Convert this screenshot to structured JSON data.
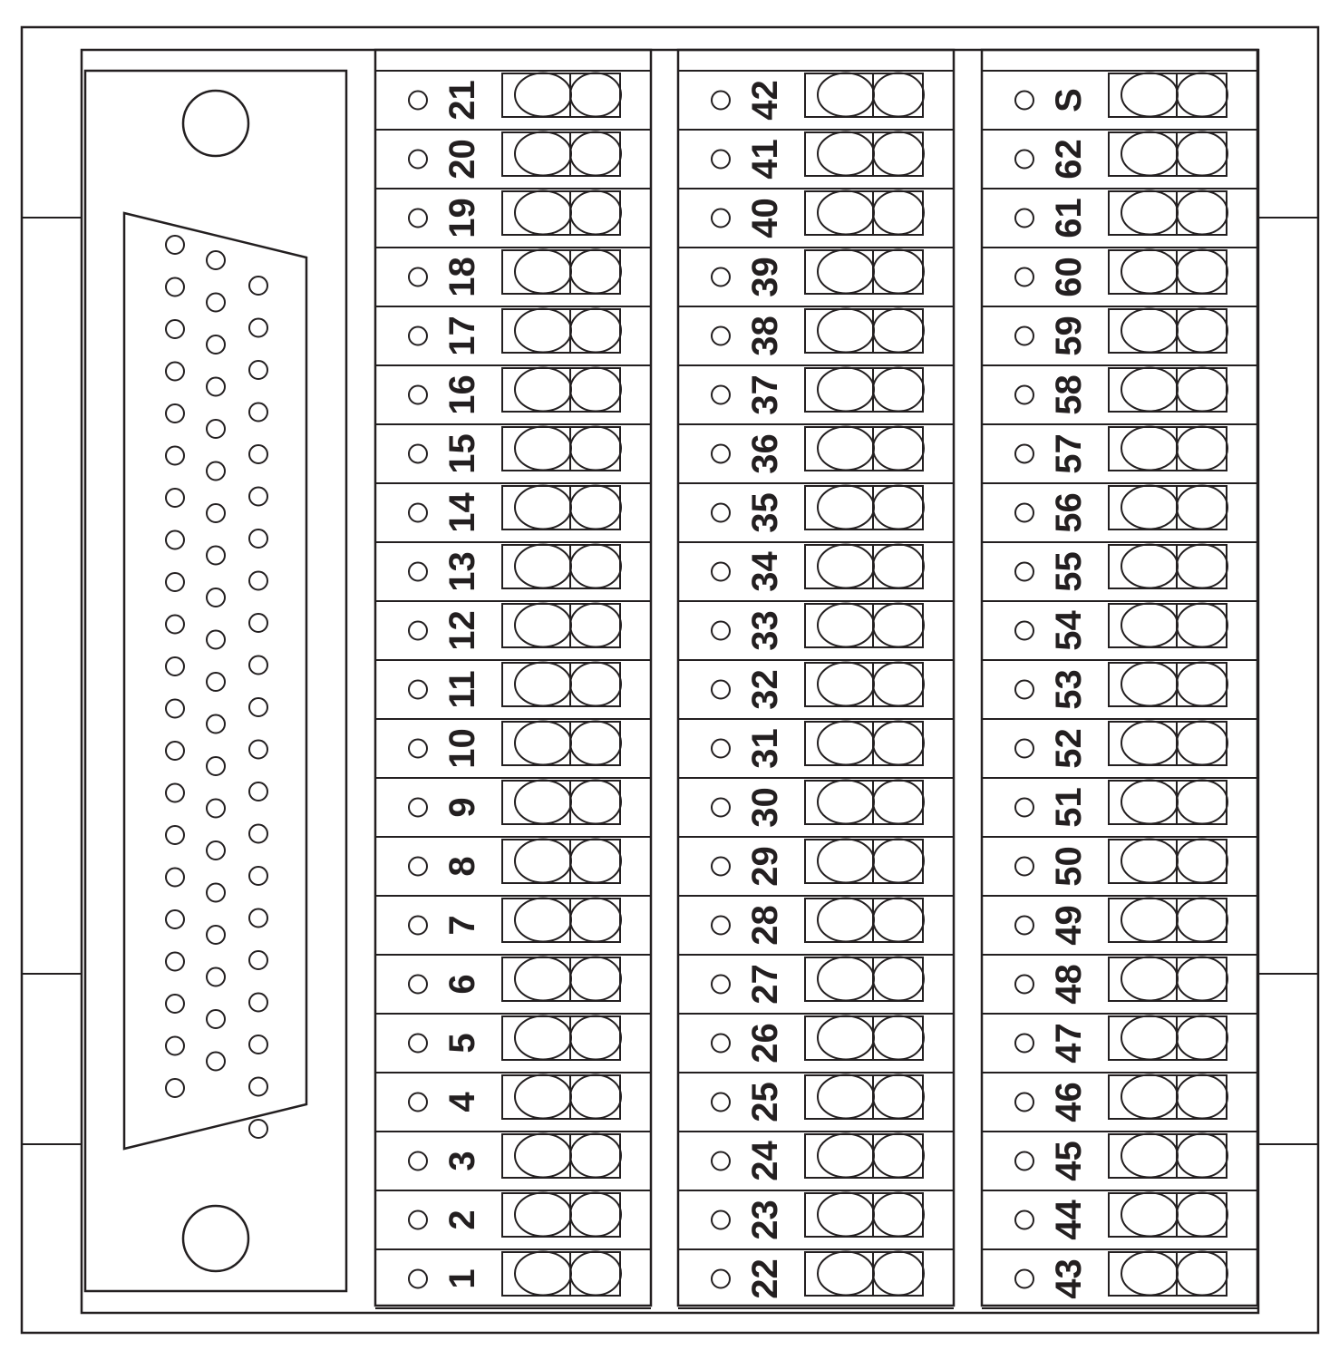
{
  "colors": {
    "stroke": "#231f20",
    "background": "#ffffff"
  },
  "connector": {
    "type": "D-SUB 62-pin (rows of 21 / 20 / 21)",
    "left_row_pins": 21,
    "middle_row_pins": 20,
    "right_row_pins": 21
  },
  "terminal_blocks": [
    {
      "labels": [
        "21",
        "20",
        "19",
        "18",
        "17",
        "16",
        "15",
        "14",
        "13",
        "12",
        "11",
        "10",
        "9",
        "8",
        "7",
        "6",
        "5",
        "4",
        "3",
        "2",
        "1"
      ]
    },
    {
      "labels": [
        "42",
        "41",
        "40",
        "39",
        "38",
        "37",
        "36",
        "35",
        "34",
        "33",
        "32",
        "31",
        "30",
        "29",
        "28",
        "27",
        "26",
        "25",
        "24",
        "23",
        "22"
      ]
    },
    {
      "labels": [
        "S",
        "62",
        "61",
        "60",
        "59",
        "58",
        "57",
        "56",
        "55",
        "54",
        "53",
        "52",
        "51",
        "50",
        "49",
        "48",
        "47",
        "46",
        "45",
        "44",
        "43"
      ]
    }
  ]
}
